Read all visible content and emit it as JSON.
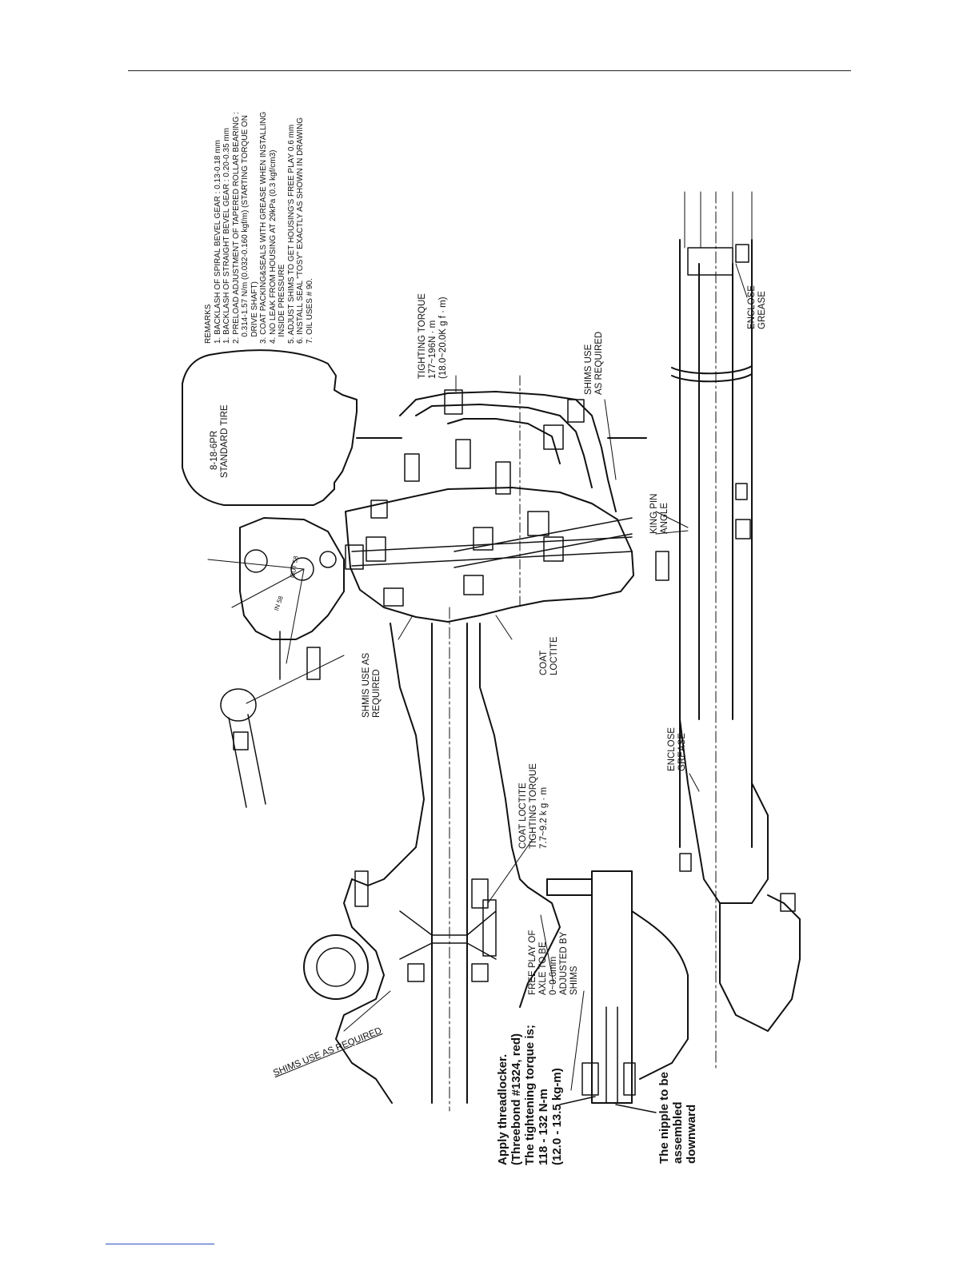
{
  "remarks": {
    "title": "REMARKS",
    "items": [
      "1. BACKLASH OF SPIRAL BEVEL GEAR : 0.13-0.18 mm",
      "1. BACKLASH OF STRAIGHT BEVEL GEAR : 0.20-0.35 mm",
      "2. PRELOAD ADJUSTMENT OF TAPERED ROLLAR BEARING :",
      "   0.314-1.57 N/m (0.032-0.160 kgf/m) (STARTING TORQUE ON",
      "   DRIVE SHAFT)",
      "3. COAT PACKING&SEALS WITH GREASE WHEN INSTALLING",
      "4. NO LEAK FROM HOUSING AT 29kPa (0.3 kgf/cm3)",
      "   INSIDE PRESSURE",
      "5. ADJUST SHIMS TO GET HOUSING'S FREE PLAY 0.6 mm",
      "6. INSTALL SEAL \"TOSY\" EXACTLY AS SHOWN IN DRAWING",
      "7. OIL USES # 90."
    ]
  },
  "labels": {
    "tire": [
      "8-18-6PR",
      "STANDARD TIRE"
    ],
    "tighting_torque_top": [
      "TIGHTING TORQUE",
      "177~196N · m",
      "(18.0~20.0K g  f · m)"
    ],
    "shims_top": [
      "SHIMS USE",
      "AS REQUIRED"
    ],
    "king_pin": [
      "KING PIN",
      "ANGLE"
    ],
    "enclose_grease_right": [
      "ENCLOSE",
      "GREASE"
    ],
    "shmis_required": [
      "SHMIS USE AS",
      "REQUIRED"
    ],
    "coat_loctite": [
      "COAT",
      "LOCTITE"
    ],
    "enclose_grease_mid": [
      "ENCLOSE",
      "GREASE"
    ],
    "coat_loctite_torque": [
      "COAT LOCTITE",
      "TIGHTING TORQUE",
      "7.7~9.2 k  g  · m"
    ],
    "free_play": [
      "FREE PLAY OF",
      "AXLE TO BE",
      "0~0.6mm",
      "ADJUSTED BY",
      "SHIMS"
    ],
    "shims_bottom": "SHIMS USE AS REQUIRED",
    "threadlocker": [
      "Apply threadlocker.",
      "(Threebond #1324, red)",
      "The tightening torque is;",
      "118 - 132 N-m",
      "(12.0 - 13.5 kg-m)"
    ],
    "nipple": [
      "The nipple to be",
      "assembled",
      "downward"
    ],
    "in_mark": "IN 58",
    "out_mark": "OUT 58"
  }
}
